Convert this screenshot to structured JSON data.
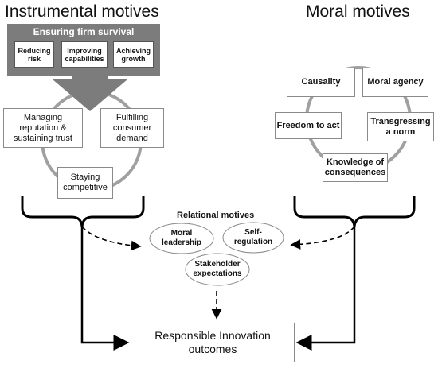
{
  "instrumental": {
    "heading": "Instrumental motives",
    "banner_title": "Ensuring firm survival",
    "sub_boxes": [
      "Reducing\nrisk",
      "Improving\ncapabilities",
      "Achieving\ngrowth"
    ],
    "cycle_boxes": [
      "Managing\nreputation &\nsustaining trust",
      "Fulfilling\nconsumer\ndemand",
      "Staying\ncompetitive"
    ]
  },
  "moral": {
    "heading": "Moral motives",
    "boxes": [
      "Causality",
      "Moral agency",
      "Freedom to act",
      "Transgressing\na norm",
      "Knowledge of\nconsequences"
    ]
  },
  "relational": {
    "heading": "Relational motives",
    "ellipses": [
      "Moral\nleadership",
      "Self-\nregulation",
      "Stakeholder\nexpectations"
    ]
  },
  "outcome": {
    "label": "Responsible Innovation\noutcomes"
  },
  "colors": {
    "banner": "#7c7c7c",
    "ring": "#a0a0a0",
    "line": "#000000"
  }
}
